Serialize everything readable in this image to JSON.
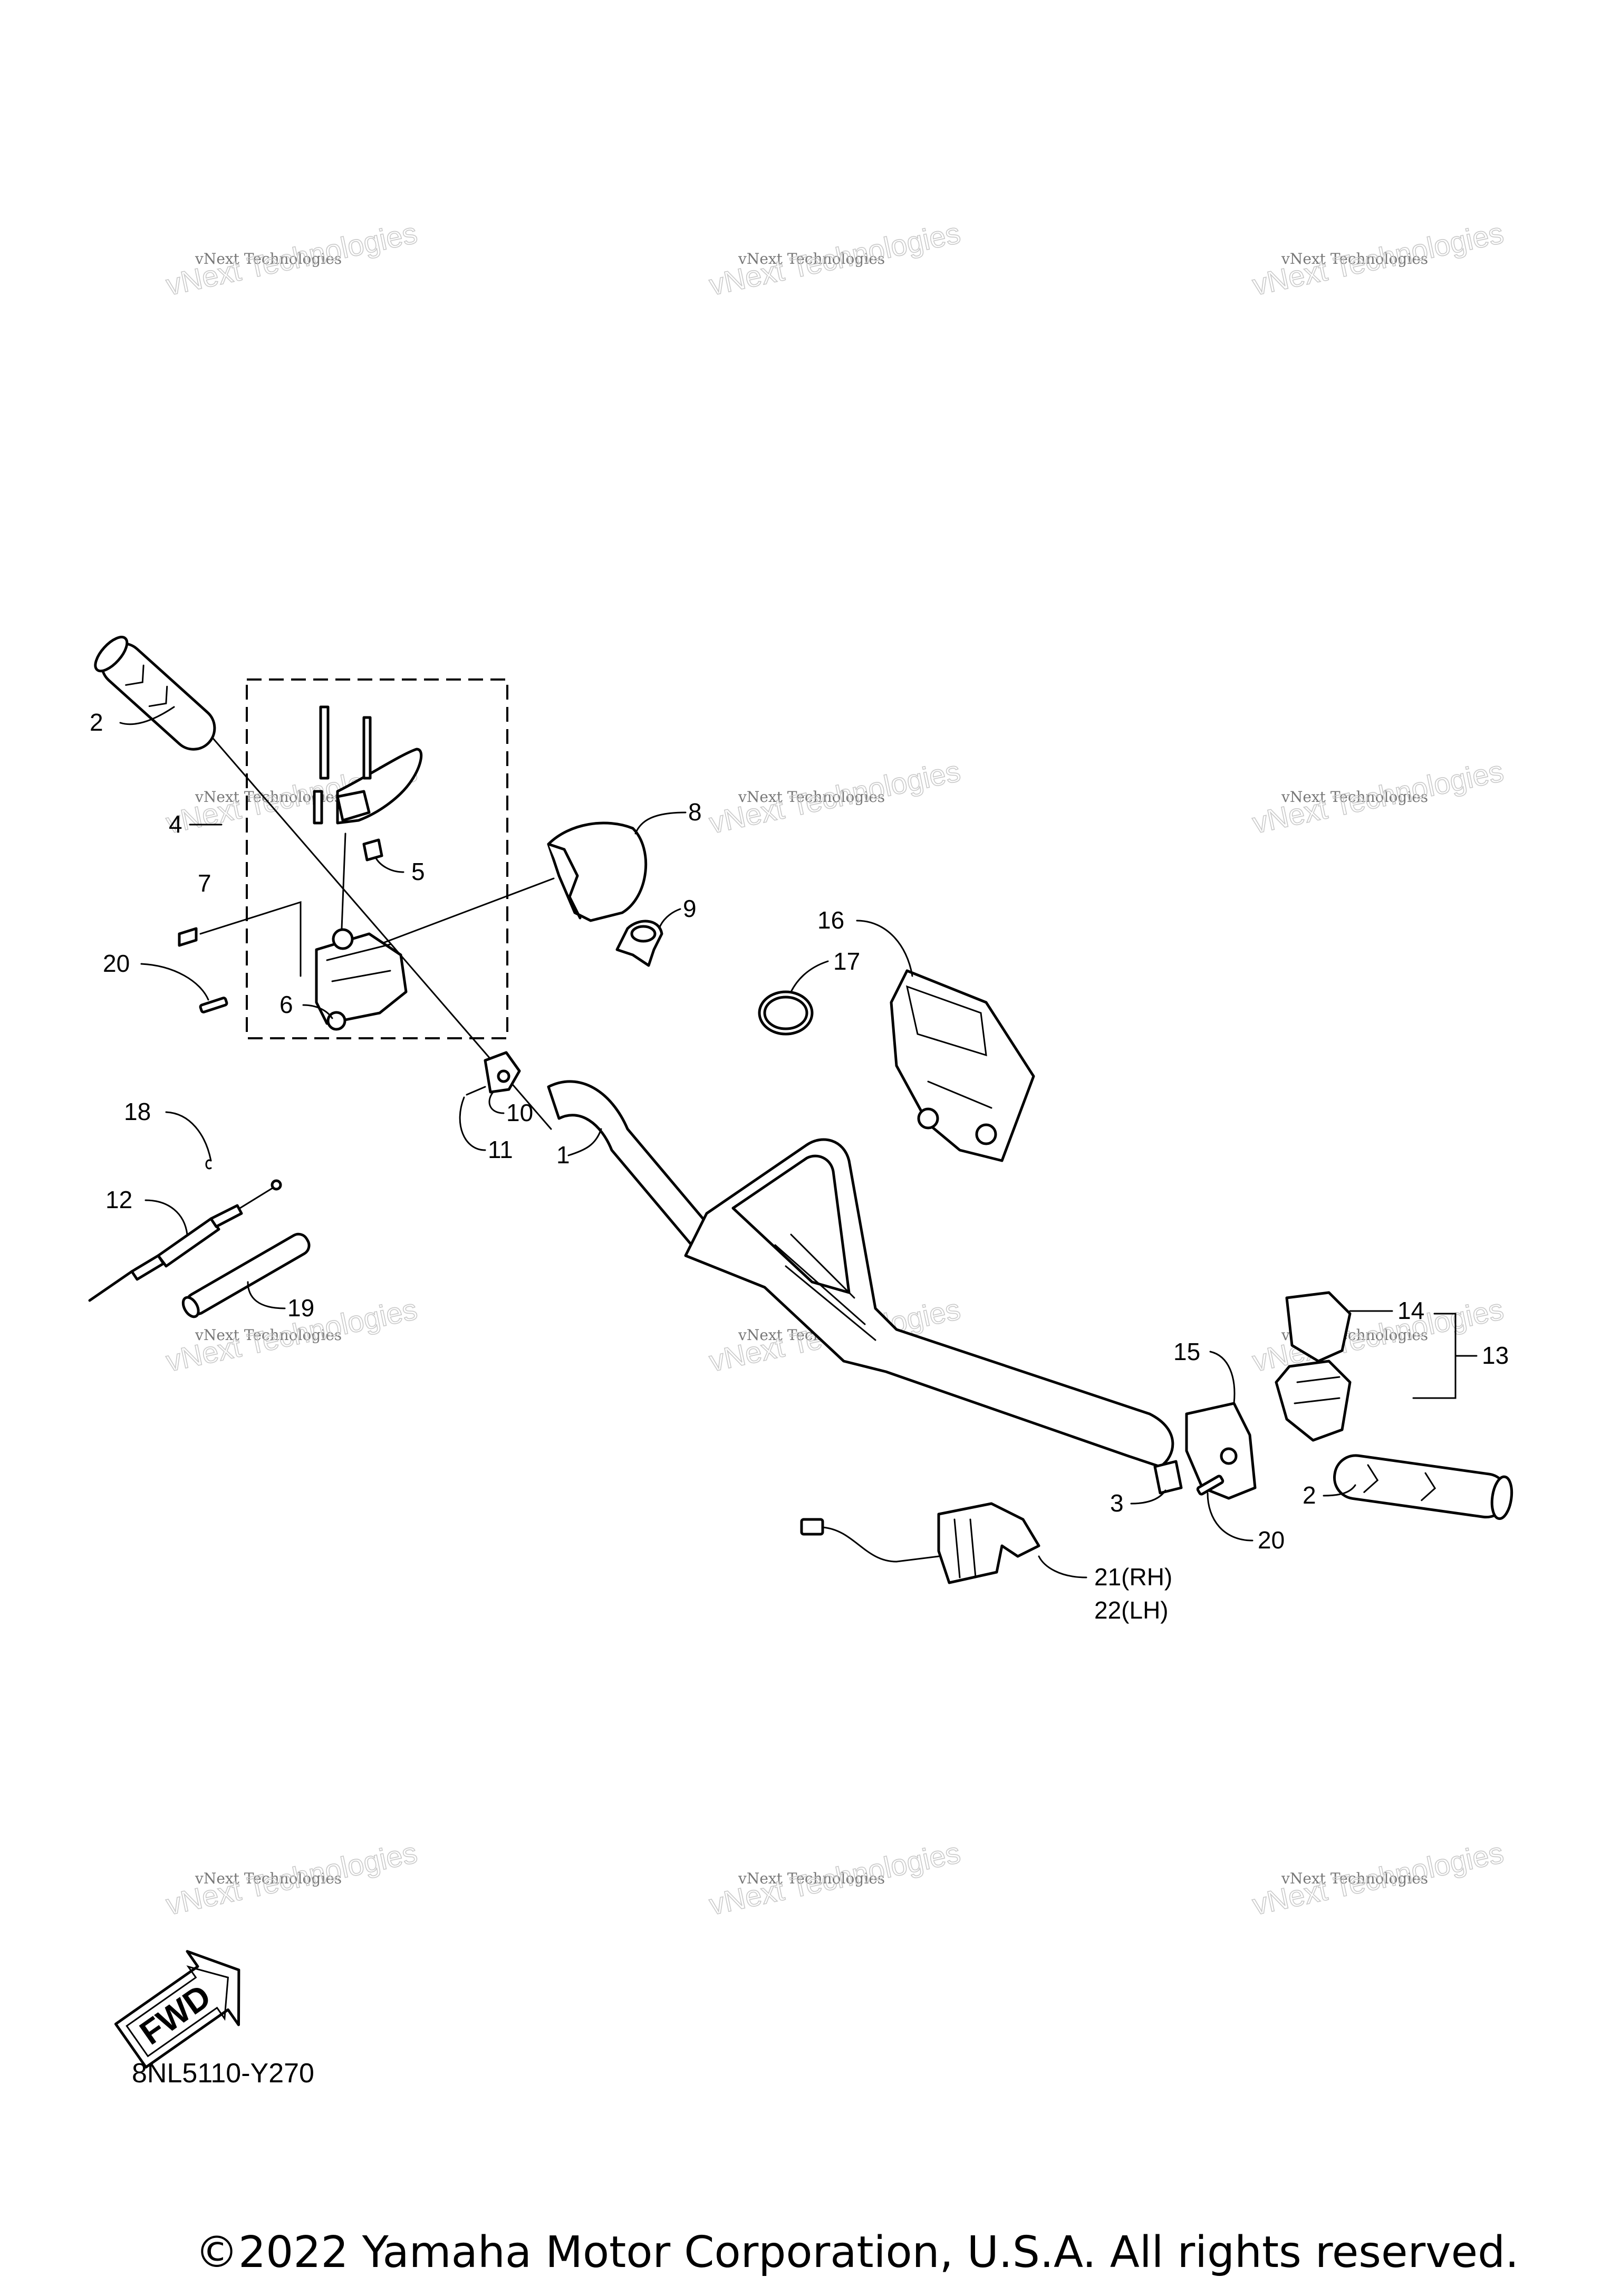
{
  "watermark": {
    "line1": "vNext Technologies",
    "line2": "vNext Technologies"
  },
  "callouts": [
    {
      "id": "c-2a",
      "text": "2"
    },
    {
      "id": "c-4",
      "text": "4"
    },
    {
      "id": "c-5",
      "text": "5"
    },
    {
      "id": "c-7",
      "text": "7"
    },
    {
      "id": "c-20a",
      "text": "20"
    },
    {
      "id": "c-6",
      "text": "6"
    },
    {
      "id": "c-8",
      "text": "8"
    },
    {
      "id": "c-9",
      "text": "9"
    },
    {
      "id": "c-16",
      "text": "16"
    },
    {
      "id": "c-17",
      "text": "17"
    },
    {
      "id": "c-10",
      "text": "10"
    },
    {
      "id": "c-11",
      "text": "11"
    },
    {
      "id": "c-1",
      "text": "1"
    },
    {
      "id": "c-18",
      "text": "18"
    },
    {
      "id": "c-12",
      "text": "12"
    },
    {
      "id": "c-19",
      "text": "19"
    },
    {
      "id": "c-14",
      "text": "14"
    },
    {
      "id": "c-13",
      "text": "13"
    },
    {
      "id": "c-15",
      "text": "15"
    },
    {
      "id": "c-3",
      "text": "3"
    },
    {
      "id": "c-2b",
      "text": "2"
    },
    {
      "id": "c-20b",
      "text": "20"
    },
    {
      "id": "c-21",
      "text": "21(RH)"
    },
    {
      "id": "c-22",
      "text": "22(LH)"
    }
  ],
  "fwd_label": "FWD",
  "diagram_code": "8NL5110-Y270",
  "copyright": "©2022 Yamaha Motor Corporation, U.S.A. All rights reserved."
}
